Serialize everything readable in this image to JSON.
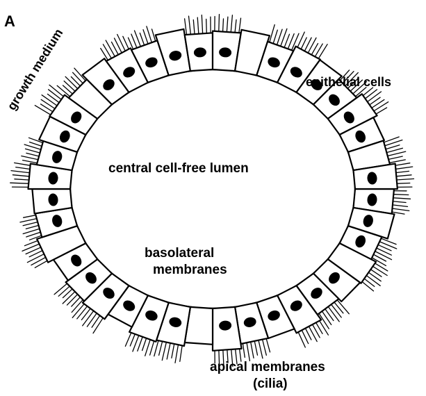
{
  "figure": {
    "panel_letter": "A",
    "labels": {
      "growth_medium": "growth medium",
      "epithelial_cells": "epithelial cells",
      "lumen": "central cell-free lumen",
      "basolateral_line1": "basolateral",
      "basolateral_line2": "membranes",
      "apical_line1": "apical membranes",
      "apical_line2": "(cilia)"
    },
    "cell_count": 40,
    "colors": {
      "ink": "#000000",
      "cell_fill": "#ffffff",
      "background": "#ffffff"
    }
  }
}
